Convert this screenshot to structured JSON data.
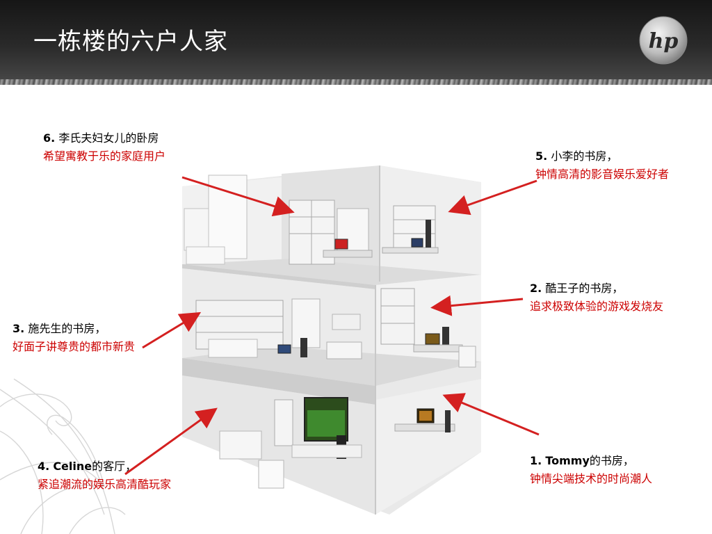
{
  "slide": {
    "title": "一栋楼的六户人家"
  },
  "logo": {
    "text": "hp",
    "icon": "hp-logo-icon"
  },
  "households": [
    {
      "num": "6.",
      "line1": "李氏夫妇女儿的卧房",
      "line2": "希望寓教于乐的家庭用户"
    },
    {
      "num": "5.",
      "line1": "小李的书房，",
      "line2": "钟情高清的影音娱乐爱好者"
    },
    {
      "num": "2.",
      "line1": "酷王子的书房，",
      "line2": "追求极致体验的游戏发烧友"
    },
    {
      "num": "3.",
      "line1": "施先生的书房，",
      "line2": "好面子讲尊贵的都市新贵"
    },
    {
      "num": "1.",
      "name": "Tommy",
      "line1": "的书房，",
      "line2": "钟情尖端技术的时尚潮人"
    },
    {
      "num": "4.",
      "name": "Celine",
      "line1": "的客厅，",
      "line2": "紧追潮流的娱乐高清酷玩家"
    }
  ],
  "colors": {
    "accent_red": "#cc0000",
    "header_dark": "#1e1e1e",
    "arrow": "#d42020"
  },
  "illustration": {
    "icon": "house-cutaway-icon"
  },
  "decoration": {
    "icon": "floral-swirl-icon"
  }
}
